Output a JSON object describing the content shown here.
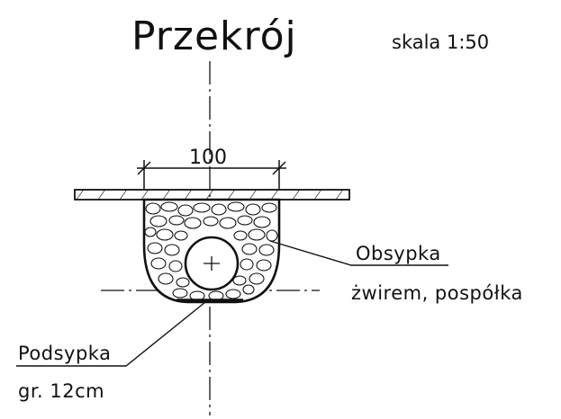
{
  "title": "Przekrój",
  "scale": "skala  1:50",
  "dimension": "100",
  "labels": {
    "backfill_title": "Obsypka",
    "backfill_material": "żwirem, pospółka",
    "bedding_title": "Podsypka",
    "bedding_thickness": "gr.  12cm"
  },
  "colors": {
    "line": "#111111",
    "background": "#ffffff"
  }
}
